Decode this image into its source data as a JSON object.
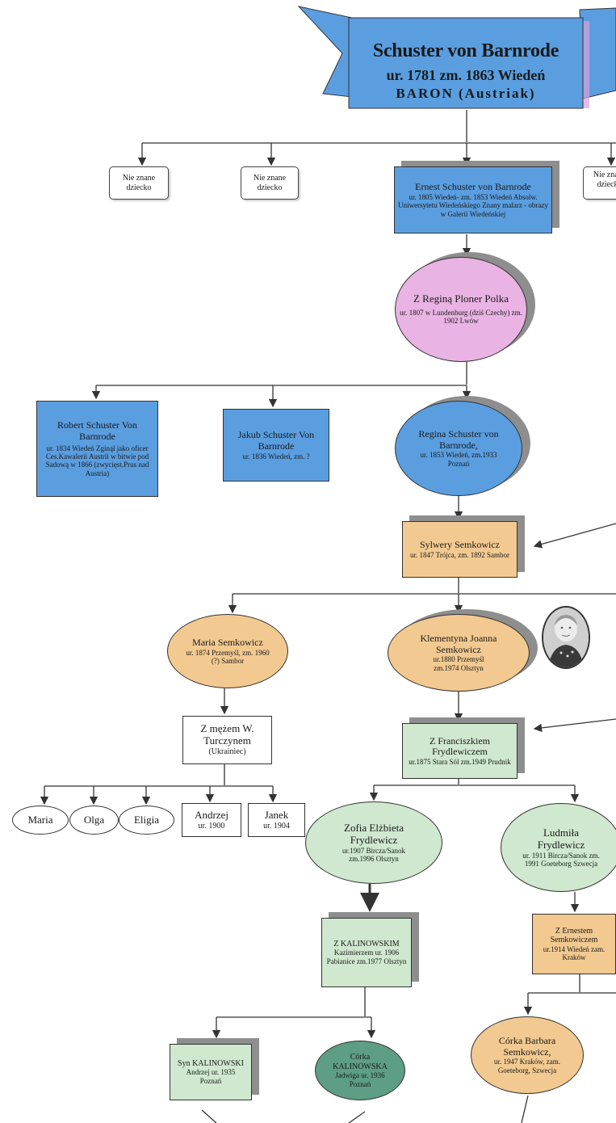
{
  "banner": {
    "name": "Schuster von Barnrode",
    "dates": "ur. 1781  zm. 1863 Wiedeń",
    "title": "BARON  (Austriak)",
    "color": "#5a9ee0"
  },
  "gen1": {
    "unknown1": "Nie znane dziecko",
    "unknown2": "Nie znane dziecko",
    "unknown3": "Nie znane dziecko",
    "ernest": {
      "name": "Ernest Schuster von Barnrode",
      "details": "ur. 1805 Wiedeń- zm. 1853 Wiedeń Absolw. Uniwersytetu Wiedeńskiego Znany malarz - obrazy w Galerii Wiedeńskiej"
    }
  },
  "spouse1": {
    "name": "Z Reginą Ploner Polka",
    "details": "ur. 1807 w Lundenburg (dziś Czechy) zm. 1902 Lwów"
  },
  "gen2": {
    "robert": {
      "name": "Robert Schuster Von Barnrode",
      "details": "ur. 1834 Wiedeń Zginął jako oficer Ces.Kawalerii Austrii w bitwie pod Sadową w 1866 (zwycięst.Prus nad Austria)"
    },
    "jakub": {
      "name": "Jakub Schuster Von Barnrode",
      "details": "ur. 1836 Wiedeń, zm.   ?"
    },
    "regina": {
      "name": "Regina Schuster von Barnrode,",
      "details": "ur. 1853 Wiedeń, zm.1933 Poznań"
    }
  },
  "spouse2": {
    "name": "Sylwery Semkowicz",
    "details": "ur. 1847 Trójca, zm. 1892 Sambor"
  },
  "gen3": {
    "maria": {
      "name": "Maria Semkowicz",
      "details": "ur. 1874 Przemyśl, zm. 1960 (?) Sambor"
    },
    "klementyna": {
      "name": "Klementyna Joanna Semkowicz",
      "details": "ur.1880 Przemyśl zm.1974 Olsztyn"
    }
  },
  "spouse3a": {
    "name": "Z mężem W. Turczynem",
    "details": "(Ukrainiec)"
  },
  "spouse3b": {
    "name": "Z Franciszkiem Frydlewiczem",
    "details": "ur.1875 Stara Sól zm.1949 Prudnik"
  },
  "gen4a": {
    "maria": "Maria",
    "olga": "Olga",
    "eligia": "Eligia",
    "andrzej": {
      "name": "Andrzej",
      "details": "ur. 1900"
    },
    "janek": {
      "name": "Janek",
      "details": "ur. 1904"
    }
  },
  "gen4b": {
    "zofia": {
      "name": "Zofia Elżbieta Frydlewicz",
      "details": "ur.1907 Bircza/Sanok zm.1996 Olsztyn"
    },
    "ludmila": {
      "name": "Ludmiła Frydlewicz",
      "details": "ur. 1911 Bircza/Sanok zm. 1991 Goeteborg Szwecja"
    }
  },
  "spouse4a": {
    "name": "Z KALINOWSKIM",
    "details": "Kazimierzem ur. 1906 Pabianice zm.1977 Olsztyn"
  },
  "spouse4b": {
    "name": "Z Ernestem Semkowiczem",
    "details": "ur.1914 Wiedeń zam. Kraków"
  },
  "gen5": {
    "andrzej": {
      "name": "Syn KALINOWSKI",
      "details": "Andrzej ur. 1935 Poznań"
    },
    "jadwiga": {
      "name": "Córka KALINOWSKA",
      "details": "Jadwiga ur. 1936 Poznań"
    },
    "barbara": {
      "name": "Córka Barbara Semkowicz,",
      "details": "ur. 1947 Kraków, zam. Goeteborg, Szwecja"
    }
  }
}
